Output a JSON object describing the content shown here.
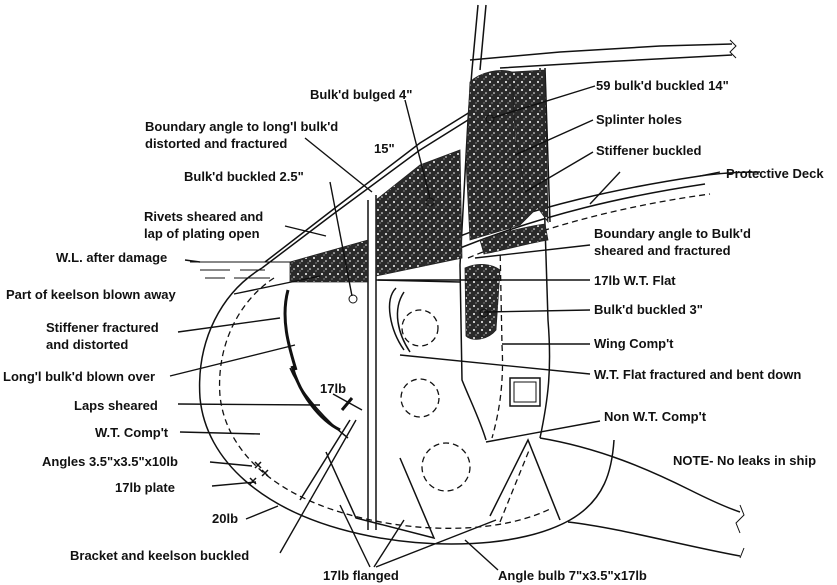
{
  "labels": {
    "bulged": "Bulk'd bulged 4\"",
    "b59": "59 bulk'd buckled 14\"",
    "boundary1_l1": "Boundary angle to long'l bulk'd",
    "boundary1_l2": "distorted and fractured",
    "splinter": "Splinter holes",
    "fifteen": "15\"",
    "stiff_buckled": "Stiffener buckled",
    "buckled25": "Bulk'd buckled  2.5\"",
    "protective": "Protective Deck",
    "rivets_l1": "Rivets sheared and",
    "rivets_l2": "lap of plating open",
    "boundary2_l1": "Boundary angle to Bulk'd",
    "boundary2_l2": "sheared and fractured",
    "wl": "W.L. after damage",
    "wt_flat": "17lb W.T. Flat",
    "keelson": "Part of keelson blown away",
    "buckled3": "Bulk'd buckled 3\"",
    "stiff_frac_l1": "Stiffener fractured",
    "stiff_frac_l2": "and distorted",
    "wing": "Wing Comp't",
    "longl": "Long'l bulk'd blown over",
    "wt_flat_frac": "W.T. Flat fractured and bent down",
    "seventeen": "17lb",
    "laps": "Laps sheared",
    "non_wt": "Non W.T. Comp't",
    "wt_comp": "W.T. Comp't",
    "note": "NOTE- No leaks in ship",
    "angles": "Angles 3.5\"x3.5\"x10lb",
    "plate": "17lb plate",
    "twenty": "20lb",
    "bracket": "Bracket and keelson buckled",
    "flanged": "17lb flanged",
    "bulb": "Angle bulb 7\"x3.5\"x17lb"
  }
}
